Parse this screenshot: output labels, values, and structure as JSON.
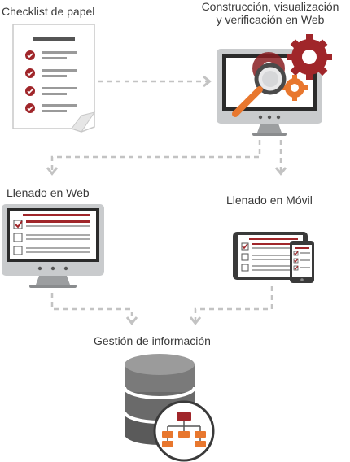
{
  "labels": {
    "paper_checklist": "Checklist de papel",
    "construction_line1": "Construcción, visualización",
    "construction_line2": "y verificación en Web",
    "web_fill": "Llenado en Web",
    "mobile_fill": "Llenado en Móvil",
    "info_management": "Gestión de información"
  },
  "colors": {
    "accent_red": "#a0262a",
    "accent_orange": "#e8772e",
    "monitor_gray": "#c9cbcd",
    "screen_dark": "#2b2b2b",
    "arrow_gray": "#c3c3c3"
  }
}
